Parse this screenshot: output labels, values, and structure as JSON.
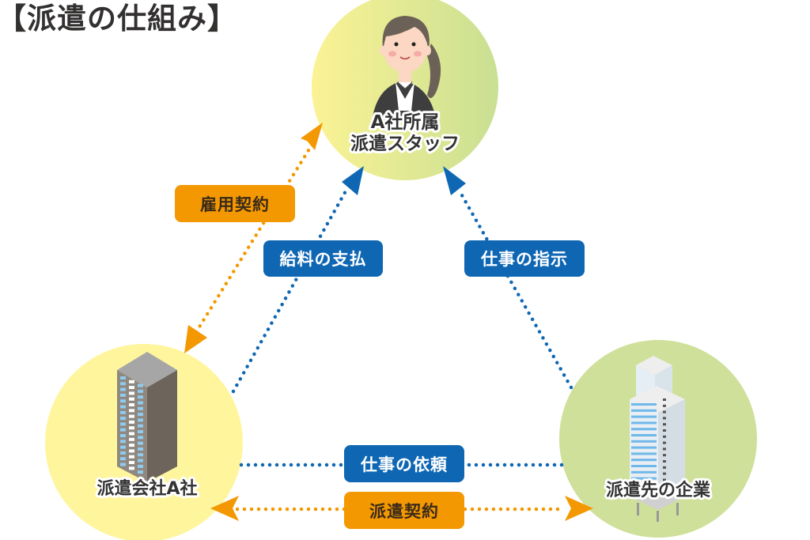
{
  "title": "【派遣の仕組み】",
  "colors": {
    "blue": "#0f67b4",
    "orange": "#f39800",
    "circle_yellow": "#fff59d",
    "circle_green": "#cfe09a",
    "text_dark": "#333030"
  },
  "nodes": {
    "staff": {
      "label_line1": "A社所属",
      "label_line2": "派遣スタッフ",
      "icon": "person-in-suit-icon"
    },
    "agency": {
      "label": "派遣会社A社",
      "icon": "office-building-icon"
    },
    "client": {
      "label": "派遣先の企業",
      "icon": "skyscraper-icon"
    }
  },
  "relations": [
    {
      "id": "employment",
      "label": "雇用契約",
      "color": "orange",
      "from": "agency",
      "to": "staff",
      "direction": "both"
    },
    {
      "id": "salary",
      "label": "給料の支払",
      "color": "blue",
      "from": "agency",
      "to": "staff",
      "direction": "to"
    },
    {
      "id": "instruction",
      "label": "仕事の指示",
      "color": "blue",
      "from": "client",
      "to": "staff",
      "direction": "to"
    },
    {
      "id": "request",
      "label": "仕事の依頼",
      "color": "blue",
      "from": "client",
      "to": "agency",
      "direction": "none"
    },
    {
      "id": "dispatch_contract",
      "label": "派遣契約",
      "color": "orange",
      "from": "agency",
      "to": "client",
      "direction": "both"
    }
  ]
}
